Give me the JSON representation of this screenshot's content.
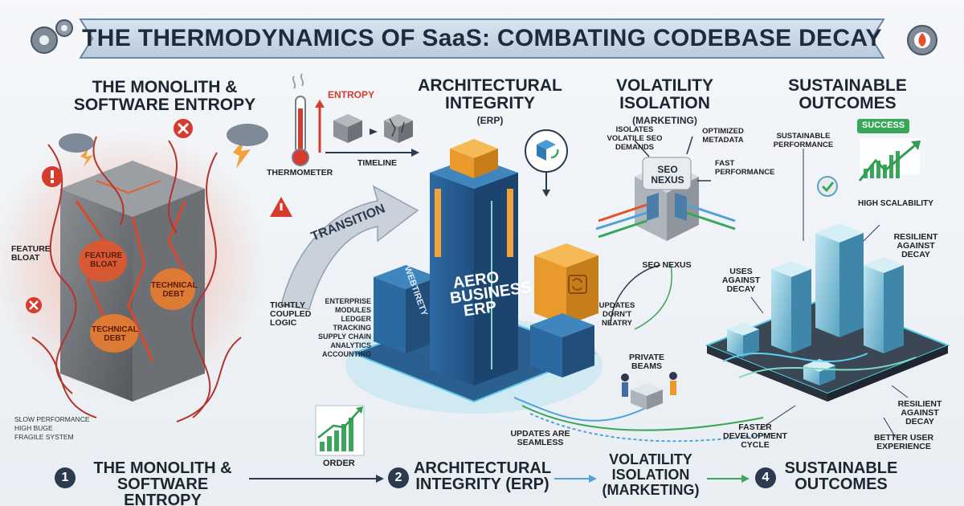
{
  "title": "THE THERMODYNAMICS OF SaaS: COMBATING CODEBASE DECAY",
  "colors": {
    "accent_blue": "#3b86c4",
    "accent_orange": "#f2a23a",
    "accent_red": "#d63b2b",
    "accent_green": "#3aa65a",
    "dark": "#2b3a4e"
  },
  "sections": {
    "monolith": {
      "heading": "THE MONOLITH & SOFTWARE ENTROPY",
      "labels": {
        "feature_bloat": "FEATURE BLOAT",
        "tightly_coupled": "TIGHTLY COUPLED LOGIC",
        "entropy": "ENTROPY",
        "thermometer": "THERMOMETER",
        "timeline": "TIMELINE"
      },
      "block_labels": {
        "feature_bloat": "FEATURE BLOAT",
        "technical_debt_1": "TECHNICAL DEBT",
        "technical_debt_2": "TECHNICAL DEBT"
      },
      "bullets": [
        "SLOW PERFORMANCE",
        "HIGH BUGE",
        "FRAGILE SYSTEM"
      ]
    },
    "transition": "TRANSITION",
    "erp": {
      "heading": "ARCHITECTURAL INTEGRITY",
      "subheading": "(ERP)",
      "tower_text": "AERO BUSINESS ERP",
      "side_text": "WEBTIRETY",
      "modules": [
        "ENTERPRISE MODULES",
        "LEDGER TRACKING",
        "SUPPLY CHAIN ANALYTICS",
        "ACCOUNTING"
      ],
      "order_label": "ORDER",
      "updates_seamless": "UPDATES ARE SEAMLESS"
    },
    "volatility": {
      "heading": "VOLATILITY ISOLATION",
      "subheading": "(MARKETING)",
      "labels": {
        "isolates": "ISOLATES VOLATILE SEO DEMANDS",
        "optimized": "OPTIMIZED METADATA",
        "fast": "FAST PERFORMANCE",
        "seo_nexus": "SEO NEXUS",
        "updates_dont": "UPDATES DORN'T NEATRY",
        "private_beams": "PRIVATE BEAMS"
      },
      "nexus_text": "SEO NEXUS"
    },
    "outcomes": {
      "heading": "SUSTAINABLE OUTCOMES",
      "labels": {
        "sustainable_performance": "SUSTAINABLE PERFORMANCE",
        "success": "SUCCESS",
        "high_scalability": "HIGH SCALABILITY",
        "resilient_1": "RESILIENT AGAINST DECAY",
        "uses_against": "USES AGAINST DECAY",
        "resilient_2": "RESILIENT AGAINST DECAY",
        "faster_dev": "FASTER DEVELOPMENT CYCLE",
        "better_ux": "BETTER USER EXPERIENCE"
      }
    }
  },
  "bottom_steps": [
    {
      "number": "1",
      "text": "THE MONOLITH & SOFTWARE ENTROPY"
    },
    {
      "number": "2",
      "text": "ARCHITECTURAL INTEGRITY (ERP)"
    },
    {
      "number": "",
      "text": "VOLATILITY ISOLATION (MARKETING)"
    },
    {
      "number": "4",
      "text": "SUSTAINABLE OUTCOMES"
    }
  ],
  "icons": [
    "gear-icon",
    "flame-gear-icon",
    "warning-icon",
    "error-icon",
    "lightning-icon",
    "cloud-icon",
    "thermometer-icon",
    "sync-icon",
    "check-icon",
    "growth-chart-icon"
  ]
}
